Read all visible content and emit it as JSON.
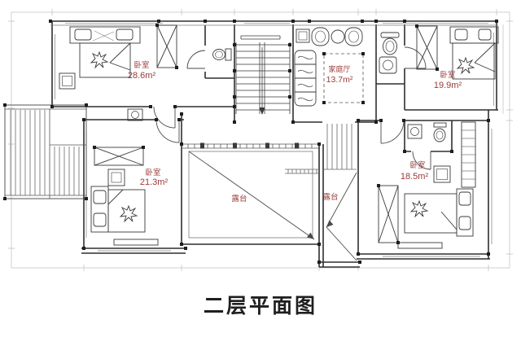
{
  "title": "二层平面图",
  "colors": {
    "label": "#9a3a3a",
    "title": "#1f1f1f"
  },
  "rooms": {
    "bedroom_top_left": {
      "name": "卧室",
      "area": "28.6m²"
    },
    "family_hall": {
      "name": "家庭厅",
      "area": "13.7m²"
    },
    "bedroom_top_right": {
      "name": "卧室",
      "area": "19.9m²"
    },
    "bedroom_bottom_left": {
      "name": "卧室",
      "area": "21.3m²"
    },
    "bedroom_bottom_right": {
      "name": "卧室",
      "area": "18.5m²"
    },
    "terrace_left": {
      "name": "露台"
    },
    "terrace_right": {
      "name": "露台"
    }
  }
}
